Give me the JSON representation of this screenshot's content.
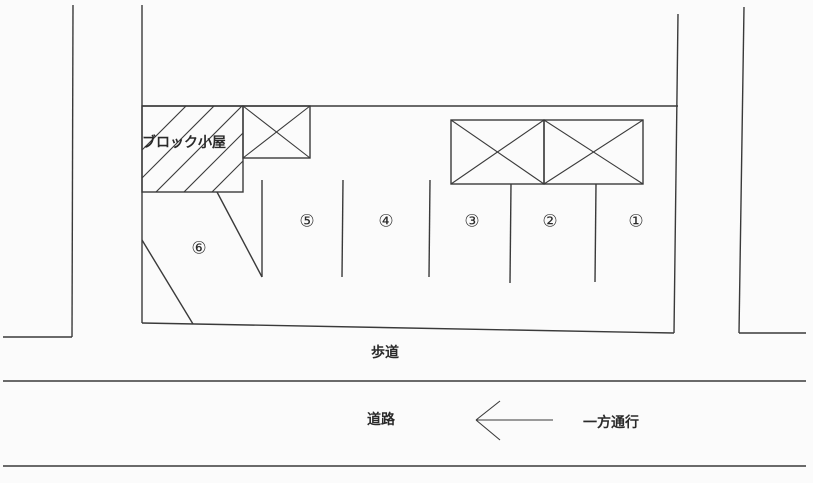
{
  "diagram": {
    "type": "parking lot site plan",
    "colors": {
      "line": "#3a3a3a",
      "background": "#fbfbfb",
      "text": "#2a2a2a"
    },
    "structures": {
      "block_hut_label": "ブロック小屋"
    },
    "spaces": [
      {
        "id": 1,
        "label": "①"
      },
      {
        "id": 2,
        "label": "②"
      },
      {
        "id": 3,
        "label": "③"
      },
      {
        "id": 4,
        "label": "④"
      },
      {
        "id": 5,
        "label": "⑤"
      },
      {
        "id": 6,
        "label": "⑥"
      }
    ],
    "sidewalk_label": "歩道",
    "road_label": "道路",
    "traffic": {
      "direction_icon": "left-arrow",
      "label": "一方通行"
    }
  }
}
